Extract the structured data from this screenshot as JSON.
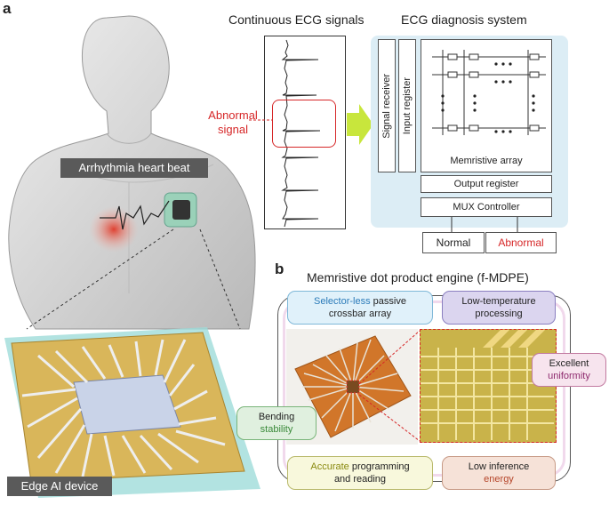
{
  "panel_a": {
    "letter": "a",
    "ecg_title": "Continuous ECG signals",
    "diag_title": "ECG diagnosis system",
    "abnormal_signal": [
      "Abnormal",
      "signal"
    ],
    "arrhythmia_label": "Arrhythmia heart beat",
    "edge_label": "Edge AI device",
    "signal_receiver": "Signal receiver",
    "input_register": "Input register",
    "memristive_array": "Memristive array",
    "output_register": "Output register",
    "mux_controller": "MUX Controller",
    "normal": "Normal",
    "abnormal": "Abnormal"
  },
  "panel_b": {
    "letter": "b",
    "title": "Memristive dot product engine (f-MDPE)",
    "selector_colored": "Selector-less",
    "selector_rest1": " passive",
    "selector_rest2": "crossbar array",
    "lowtemp1": "Low-temperature",
    "lowtemp2": "processing",
    "excellent": "Excellent",
    "uniformity": "uniformity",
    "bending": "Bending",
    "stability": "stability",
    "accurate_colored": "Accurate",
    "accurate_rest1": " programming",
    "accurate_rest2": "and reading",
    "lowinf": "Low inference",
    "energy": "energy"
  },
  "colors": {
    "red": "#d62728",
    "blue_text": "#2b7bb9",
    "green_text": "#3a8a3a",
    "purple_text": "#8e2a6e",
    "olive_text": "#8a8a10",
    "panel_bg": "#dcedf5",
    "arrow": "#c8e63c"
  }
}
